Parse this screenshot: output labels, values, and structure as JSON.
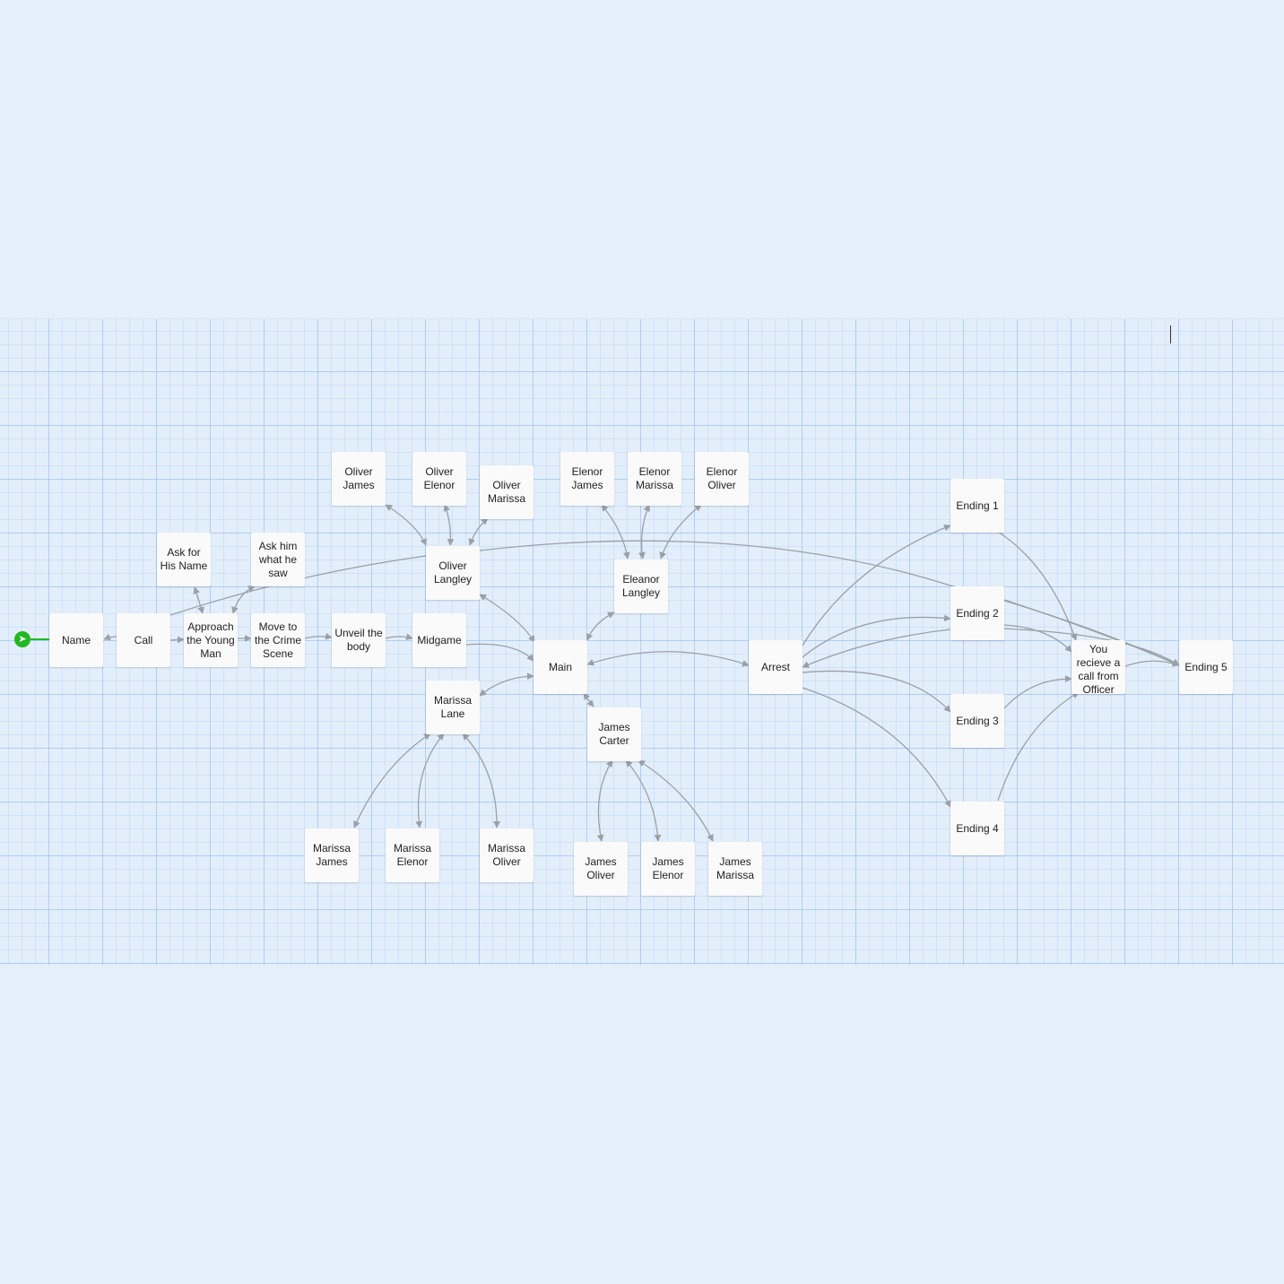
{
  "start_icon": "rocket-icon",
  "colors": {
    "link": "#9aa0a6",
    "start": "#23b723",
    "card": "#fafafa",
    "grid_bg": "#e3eefb"
  },
  "passages": [
    {
      "id": "name",
      "label": "Name"
    },
    {
      "id": "call",
      "label": "Call"
    },
    {
      "id": "ask-name",
      "label": "Ask for His Name"
    },
    {
      "id": "approach",
      "label": "Approach the Young Man"
    },
    {
      "id": "ask-saw",
      "label": "Ask him what he saw"
    },
    {
      "id": "move-crime",
      "label": "Move to the Crime Scene"
    },
    {
      "id": "unveil",
      "label": "Unveil the body"
    },
    {
      "id": "midgame",
      "label": "Midgame"
    },
    {
      "id": "oliver-james",
      "label": "Oliver James"
    },
    {
      "id": "oliver-elenor",
      "label": "Oliver Elenor"
    },
    {
      "id": "oliver-marissa",
      "label": "Oliver Marissa"
    },
    {
      "id": "oliver-langley",
      "label": "Oliver Langley"
    },
    {
      "id": "elenor-james",
      "label": "Elenor James"
    },
    {
      "id": "elenor-marissa",
      "label": "Elenor Marissa"
    },
    {
      "id": "elenor-oliver",
      "label": "Elenor Oliver"
    },
    {
      "id": "eleanor-langley",
      "label": "Eleanor Langley"
    },
    {
      "id": "main",
      "label": "Main"
    },
    {
      "id": "marissa-lane",
      "label": "Marissa Lane"
    },
    {
      "id": "james-carter",
      "label": "James Carter"
    },
    {
      "id": "marissa-james",
      "label": "Marissa James"
    },
    {
      "id": "marissa-elenor",
      "label": "Marissa Elenor"
    },
    {
      "id": "marissa-oliver",
      "label": "Marissa Oliver"
    },
    {
      "id": "james-oliver",
      "label": "James Oliver"
    },
    {
      "id": "james-elenor",
      "label": "James Elenor"
    },
    {
      "id": "james-marissa",
      "label": "James Marissa"
    },
    {
      "id": "arrest",
      "label": "Arrest"
    },
    {
      "id": "ending-1",
      "label": "Ending 1"
    },
    {
      "id": "ending-2",
      "label": "Ending 2"
    },
    {
      "id": "ending-3",
      "label": "Ending 3"
    },
    {
      "id": "ending-4",
      "label": "Ending 4"
    },
    {
      "id": "call-officer",
      "label": "You recieve a call from Officer"
    },
    {
      "id": "ending-5",
      "label": "Ending 5"
    }
  ]
}
